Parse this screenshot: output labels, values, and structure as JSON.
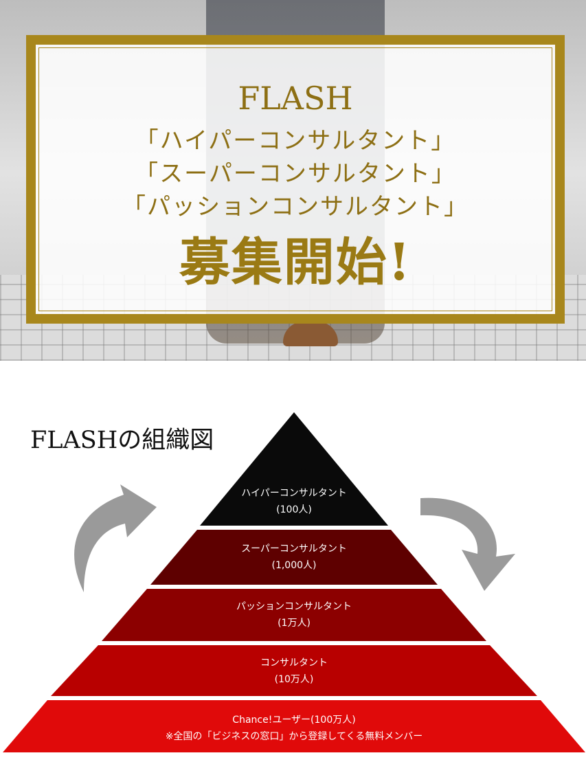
{
  "hero": {
    "title": "FLASH",
    "lines": [
      "「ハイパーコンサルタント」",
      "「スーパーコンサルタント」",
      "「パッションコンサルタント」"
    ],
    "headline": "募集開始!",
    "colors": {
      "gold": "#a8871c",
      "gold_text": "#8d6f14"
    }
  },
  "org_chart": {
    "title": "FLASHの組織図",
    "icons": [
      "curved-arrow-up-icon",
      "curved-arrow-down-icon"
    ],
    "tiers": [
      {
        "name": "ハイパーコンサルタント",
        "count": "(100人)",
        "color": "#0a0a0a"
      },
      {
        "name": "スーパーコンサルタント",
        "count": "(1,000人)",
        "color": "#5e0000"
      },
      {
        "name": "パッションコンサルタント",
        "count": "(1万人)",
        "color": "#8c0000"
      },
      {
        "name": "コンサルタント",
        "count": "(10万人)",
        "color": "#b80000"
      },
      {
        "name": "Chance!ユーザー(100万人)",
        "count": "※全国の「ビジネスの窓口」から登録してくる無料メンバー",
        "color": "#e00a0a"
      }
    ]
  }
}
